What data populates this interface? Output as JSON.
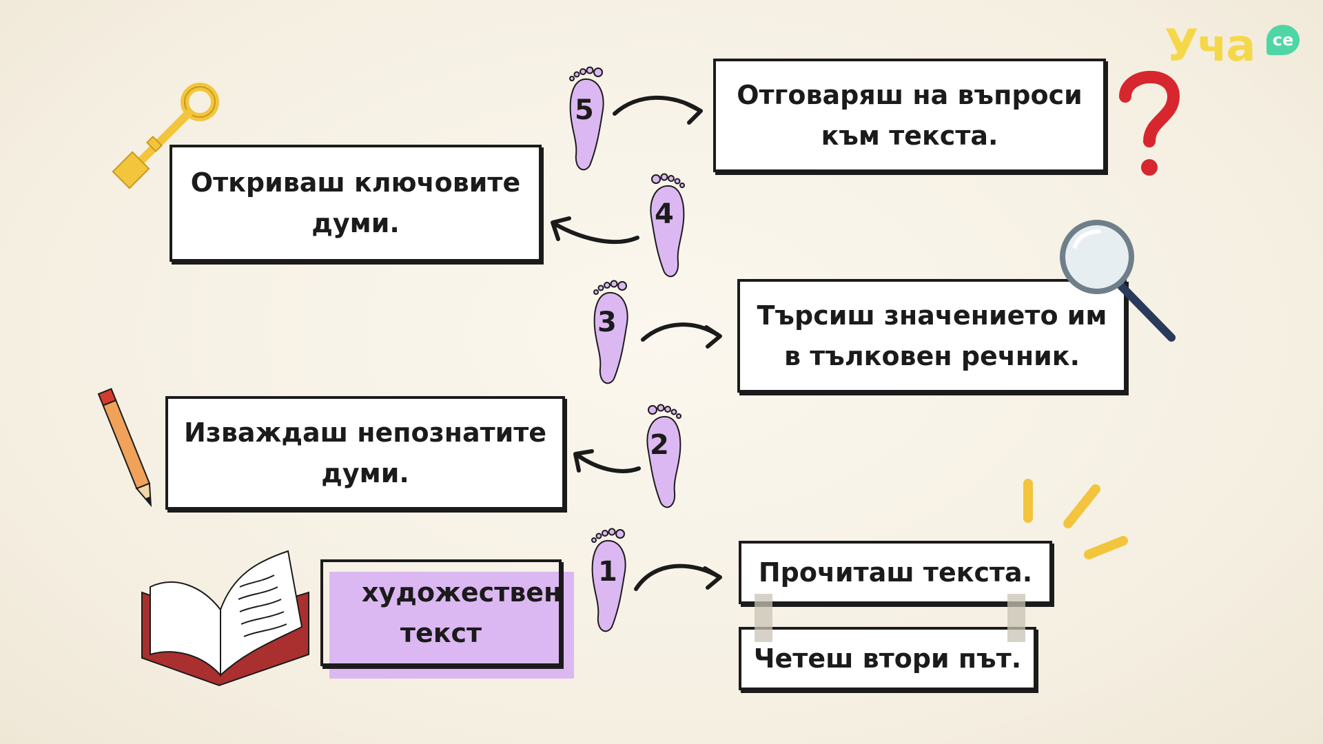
{
  "logo": {
    "text": "Уча",
    "badge": "се",
    "colors": {
      "yellow": "#f5d84a",
      "green": "#4fd6a5"
    }
  },
  "source_label": {
    "text": "художествен текст"
  },
  "steps": [
    {
      "number": "1",
      "text": "Прочиташ текста."
    },
    {
      "number": "2",
      "text": "Изваждаш непознатите думи."
    },
    {
      "number": "3",
      "text": "Търсиш значението им в тълковен речник."
    },
    {
      "number": "4",
      "text": "Откриваш ключовите думи."
    },
    {
      "number": "5",
      "text": "Отговаряш на въпроси към текста."
    }
  ],
  "extra_note": {
    "text": "Четеш втори път."
  },
  "icons": [
    "key-icon",
    "pencil-icon",
    "book-icon",
    "magnifier-icon",
    "question-mark-icon",
    "footprint-icon",
    "arrow-icon",
    "highlight-burst-icon"
  ],
  "colors": {
    "footprint": "#dcb8f2",
    "highlight": "#dcb8f2",
    "border": "#1b1b1b",
    "question": "#d7262e",
    "key": "#f2c53d"
  }
}
